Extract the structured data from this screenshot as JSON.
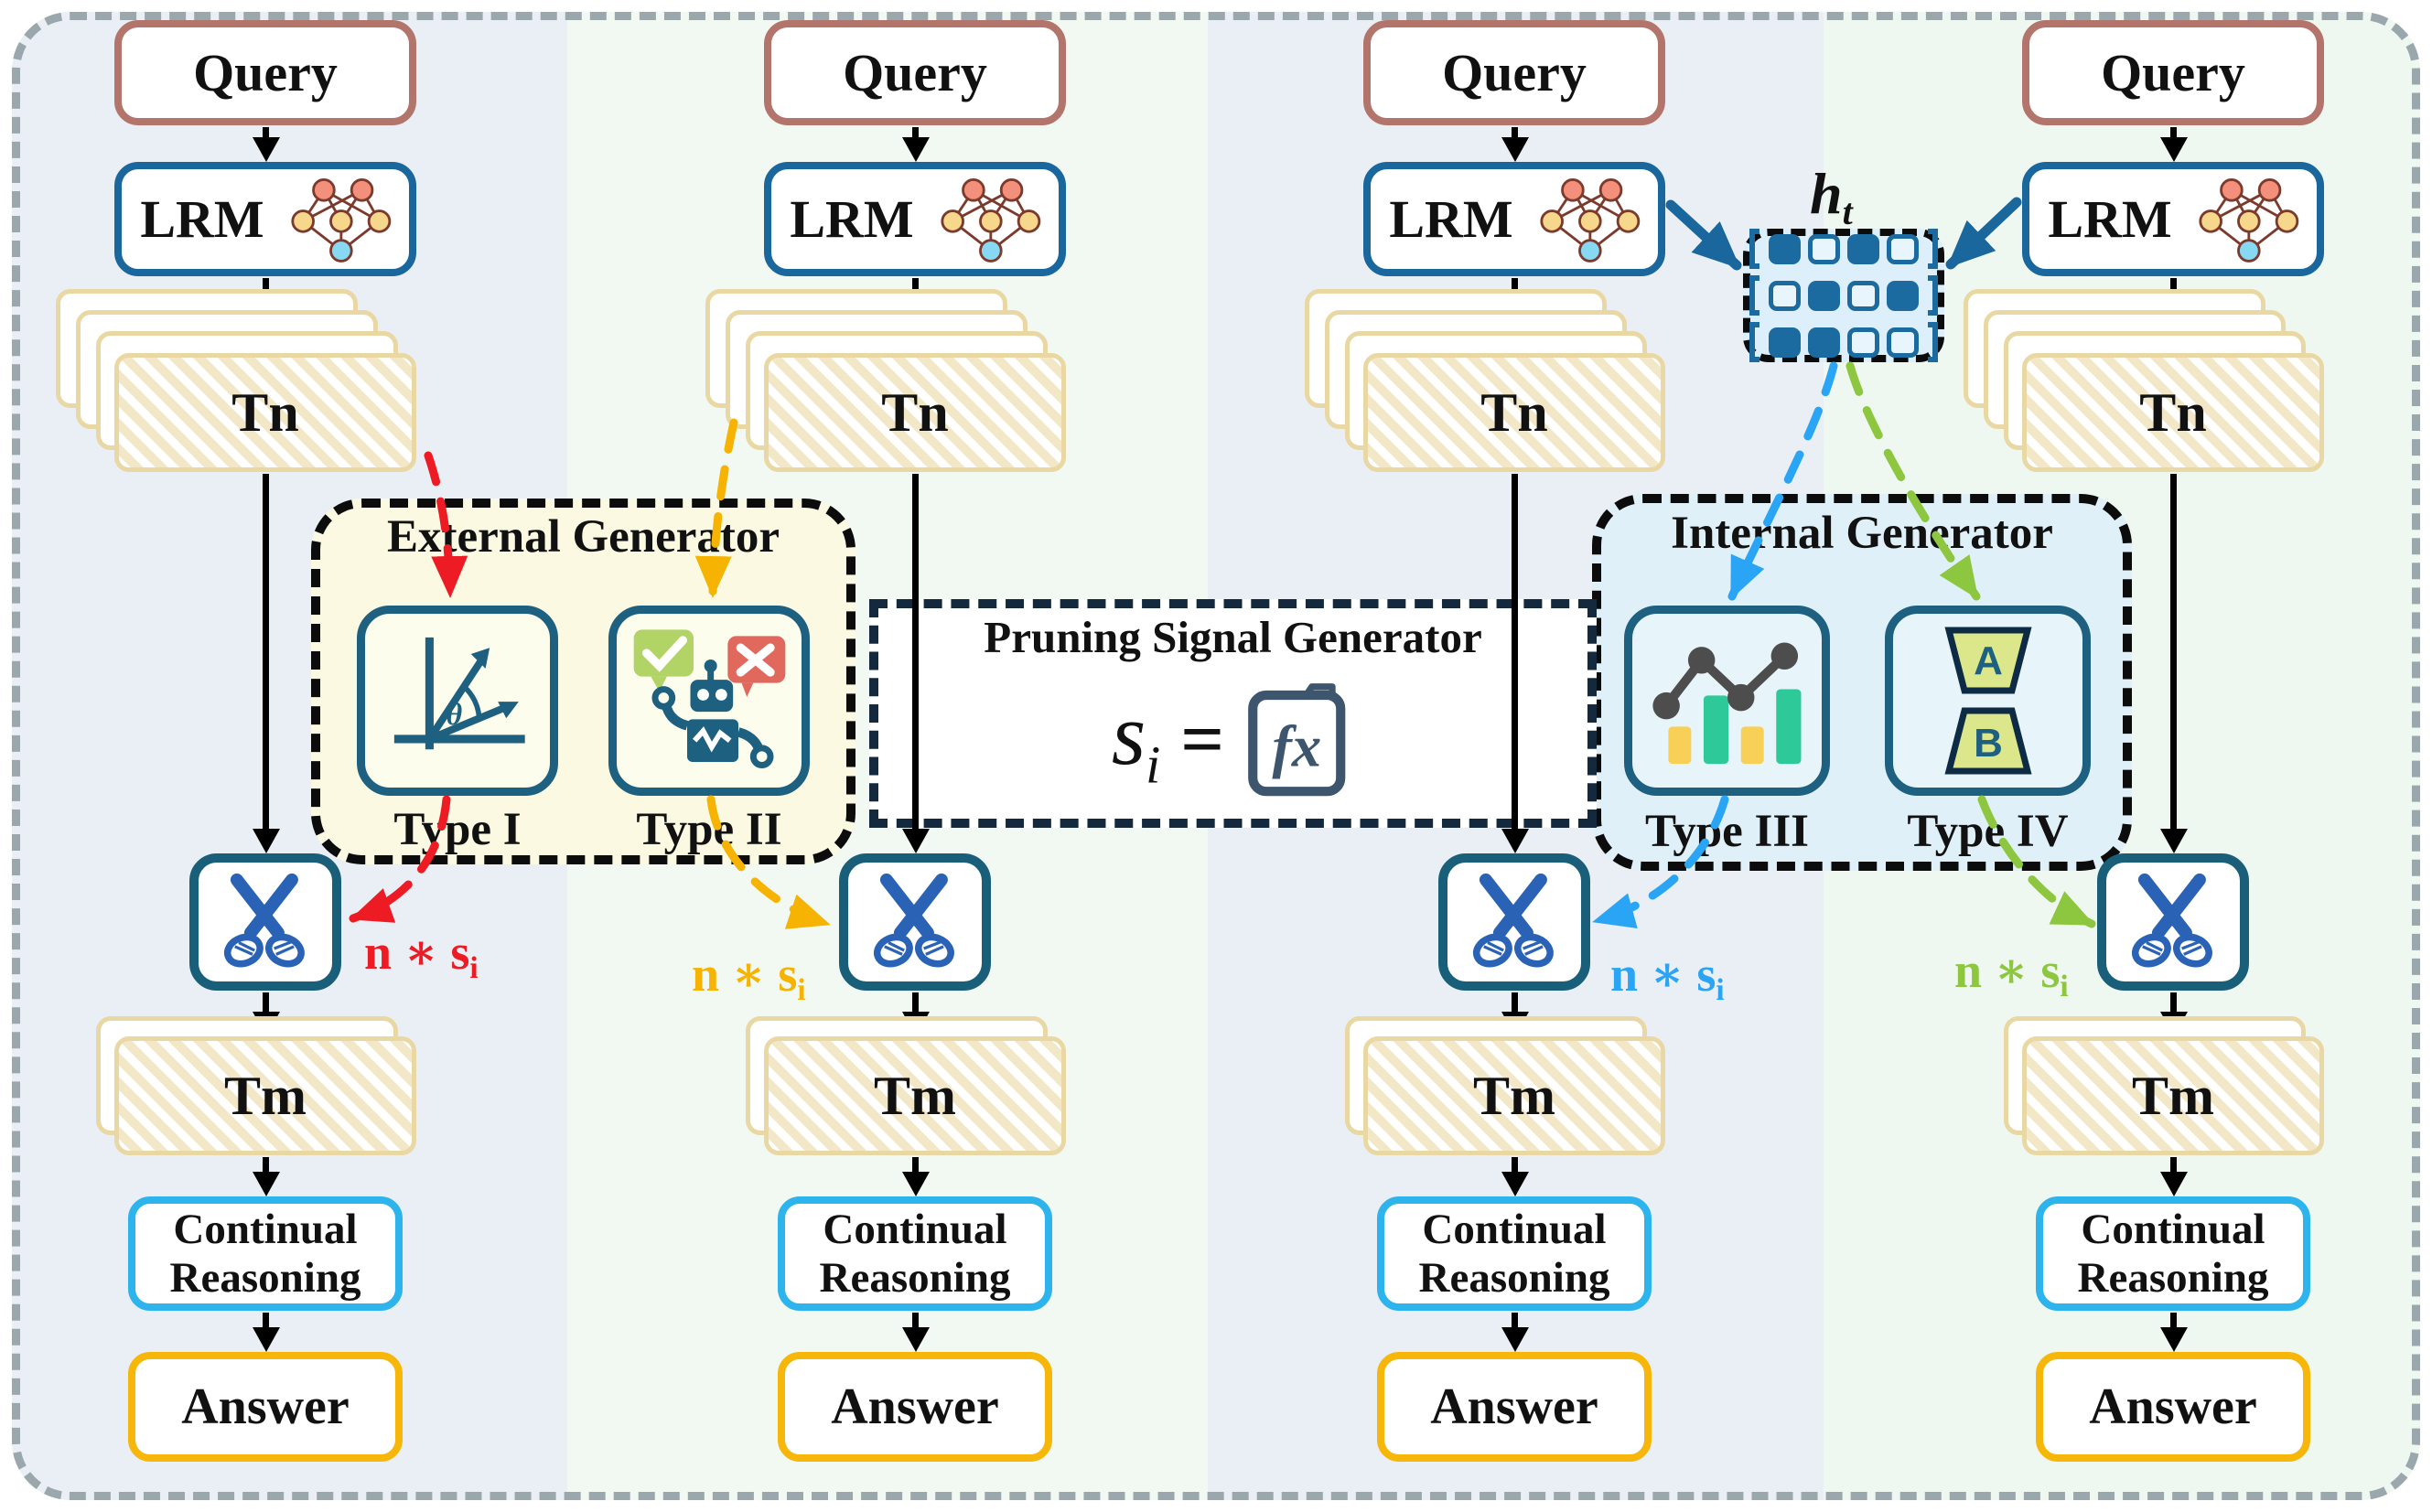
{
  "columns": [
    {
      "query": "Query",
      "model": "LRM",
      "tokens_full": "Tn",
      "tokens_pruned": "Tm",
      "continual": "Continual Reasoning",
      "answer": "Answer",
      "signal_text": "n ∗ s",
      "signal_sub": "i",
      "signal_color": "#ed1c24"
    },
    {
      "query": "Query",
      "model": "LRM",
      "tokens_full": "Tn",
      "tokens_pruned": "Tm",
      "continual": "Continual Reasoning",
      "answer": "Answer",
      "signal_text": "n ∗ s",
      "signal_sub": "i",
      "signal_color": "#f6b301"
    },
    {
      "query": "Query",
      "model": "LRM",
      "tokens_full": "Tn",
      "tokens_pruned": "Tm",
      "continual": "Continual Reasoning",
      "answer": "Answer",
      "signal_text": "n ∗ s",
      "signal_sub": "i",
      "signal_color": "#2aa4f4"
    },
    {
      "query": "Query",
      "model": "LRM",
      "tokens_full": "Tn",
      "tokens_pruned": "Tm",
      "continual": "Continual Reasoning",
      "answer": "Answer",
      "signal_text": "n ∗ s",
      "signal_sub": "i",
      "signal_color": "#8dc63f"
    }
  ],
  "external_generator": {
    "title": "External Generator",
    "theta": "θ",
    "types": [
      {
        "label": "Type I"
      },
      {
        "label": "Type II"
      }
    ]
  },
  "internal_generator": {
    "title": "Internal Generator",
    "adapter_a": "A",
    "adapter_b": "B",
    "types": [
      {
        "label": "Type III"
      },
      {
        "label": "Type IV"
      }
    ]
  },
  "pruning_signal_generator": {
    "title": "Pruning Signal Generator",
    "lhs": "s",
    "lhs_sub": "i",
    "equals": "=",
    "fx_label": "fx"
  },
  "hidden_state": {
    "label": "h",
    "label_sub": "t",
    "matrix": [
      [
        1,
        0,
        1,
        0
      ],
      [
        0,
        1,
        0,
        1
      ],
      [
        1,
        1,
        0,
        0
      ]
    ]
  },
  "colors": {
    "type1_arrow": "#ed1c24",
    "type2_arrow": "#f6b301",
    "type3_arrow": "#2aa4f4",
    "type4_arrow": "#8dc63f",
    "query_border": "#b3756b",
    "lrm_border": "#19679d",
    "scissors_border": "#1a5f7a",
    "scissors_glyph": "#2a63b5",
    "continual_border": "#2db4ec",
    "answer_border": "#f6b70a",
    "card_border": "#e9d8a4",
    "external_fill": "#fbf9e2",
    "internal_fill": "#dff0f8",
    "ht_fill": "#ddeffa",
    "matrix_blue": "#1b6ba1",
    "band_blue": "#e9eff4",
    "band_green": "#f1f9f2",
    "outer_dash": "#9aa7ac",
    "navy_arrow": "#19679d"
  }
}
